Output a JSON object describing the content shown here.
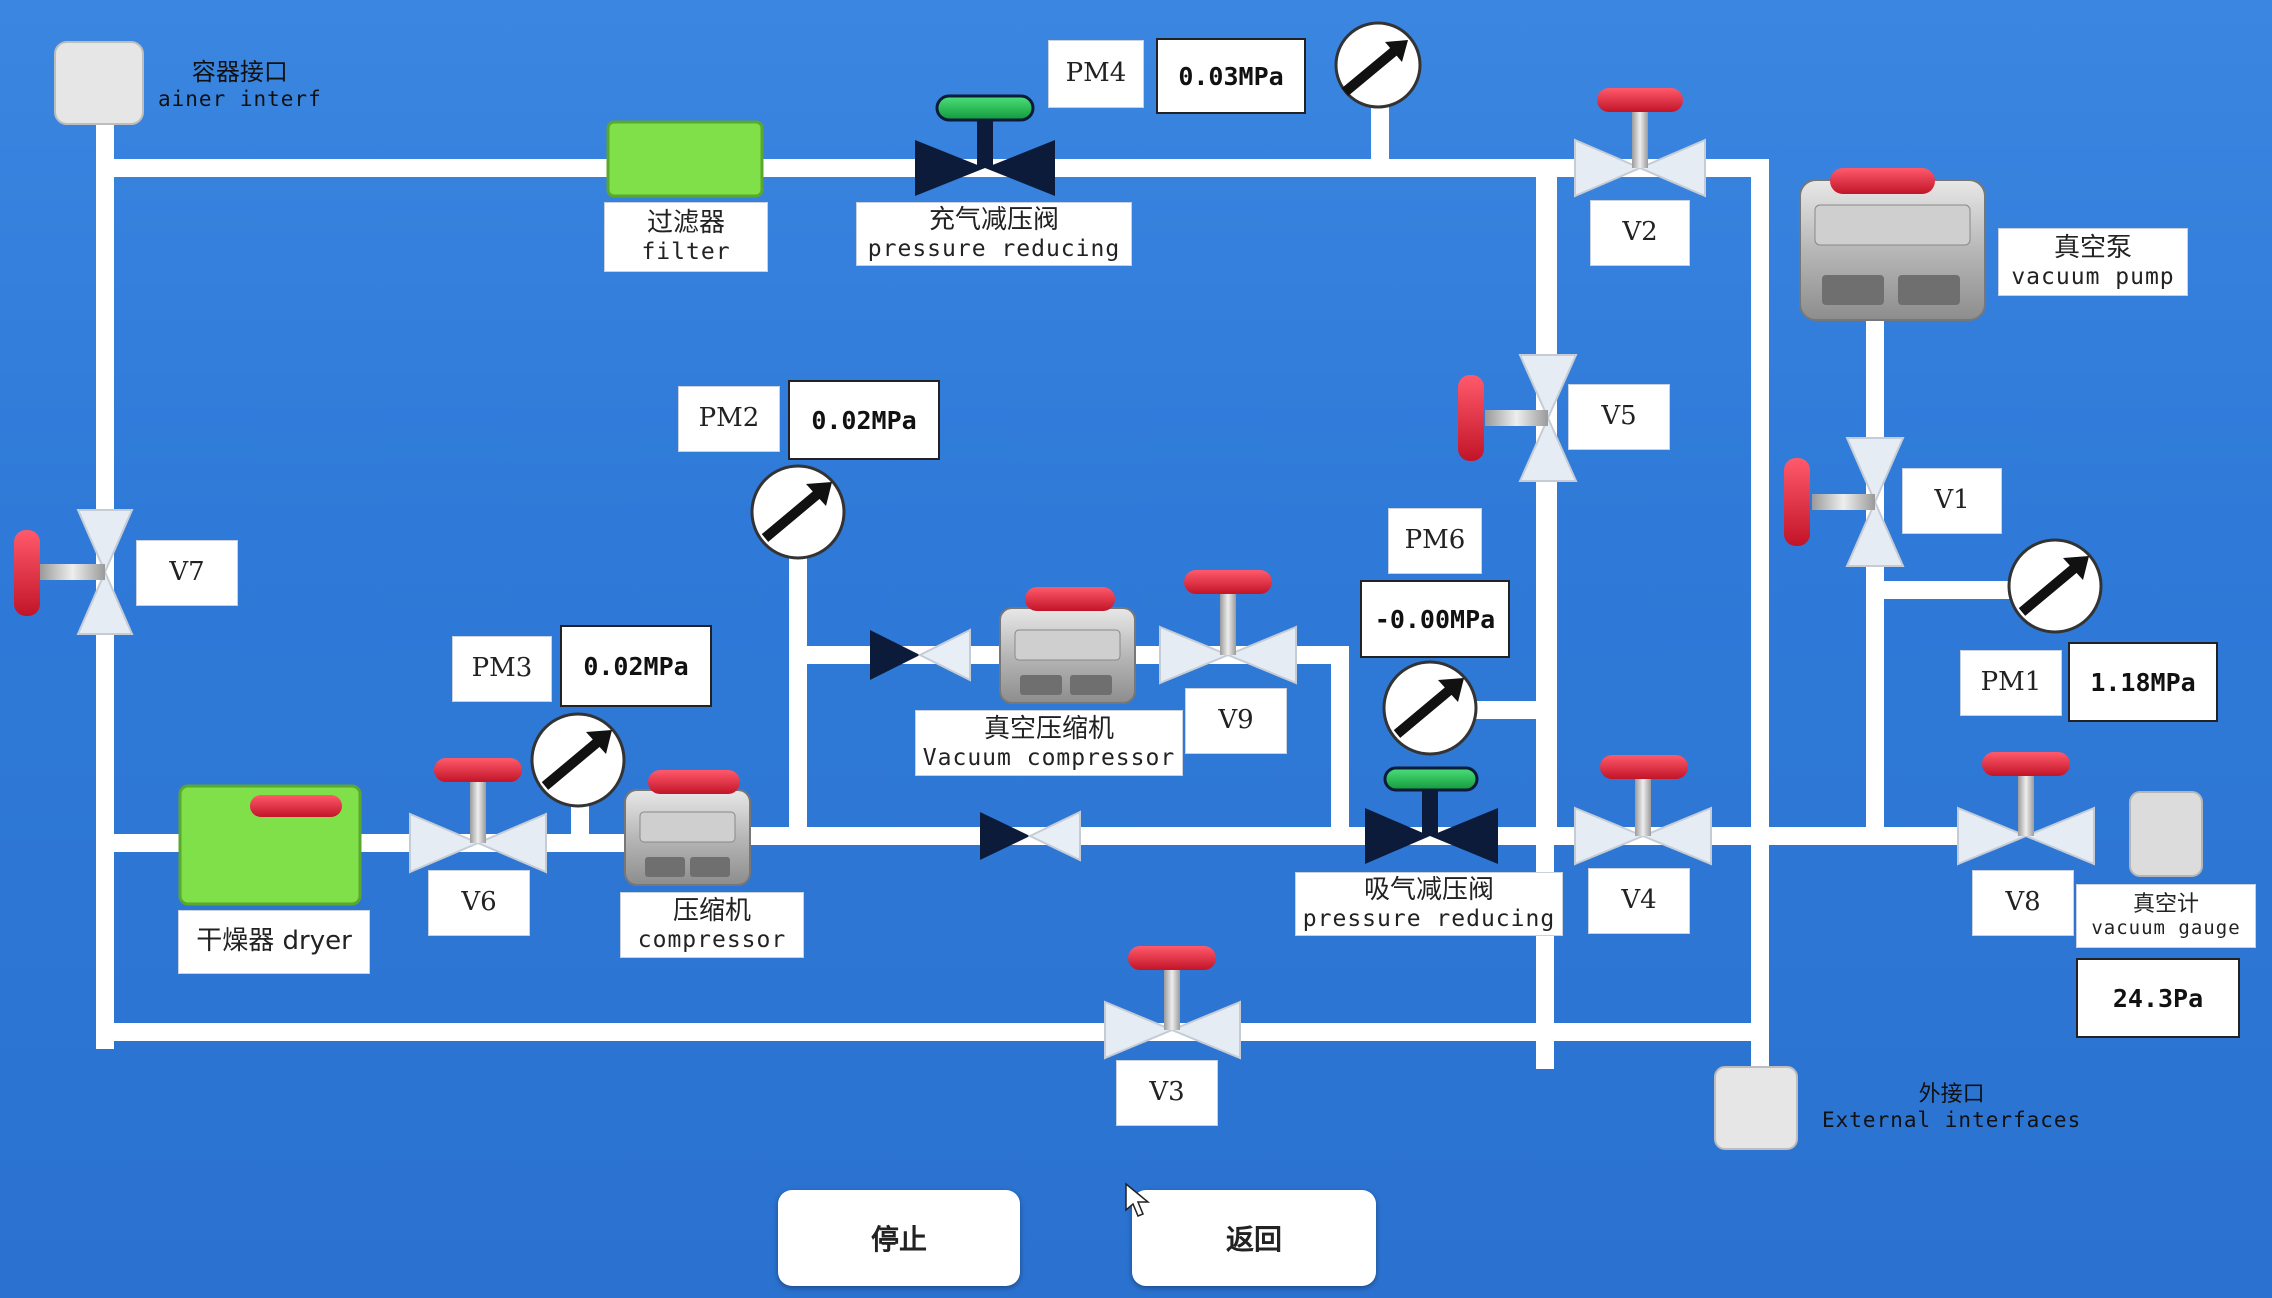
{
  "container_interface": {
    "cn": "容器接口",
    "en": "ainer interf"
  },
  "external_interface": {
    "cn": "外接口",
    "en": "External interfaces"
  },
  "filter": {
    "cn": "过滤器",
    "en": "filter"
  },
  "dryer": {
    "label": "干燥器 dryer"
  },
  "compressor": {
    "cn": "压缩机",
    "en": "compressor"
  },
  "vacuum_compressor": {
    "cn": "真空压缩机",
    "en": "Vacuum compressor"
  },
  "vacuum_pump": {
    "cn": "真空泵",
    "en": "vacuum pump"
  },
  "charge_reducing_valve": {
    "cn": "充气减压阀",
    "en": "pressure reducing"
  },
  "suction_reducing_valve": {
    "cn": "吸气减压阀",
    "en": "pressure reducing"
  },
  "vacuum_gauge": {
    "cn": "真空计",
    "en": "vacuum gauge",
    "value": "24.3Pa"
  },
  "valves": {
    "V1": "V1",
    "V2": "V2",
    "V3": "V3",
    "V4": "V4",
    "V5": "V5",
    "V6": "V6",
    "V7": "V7",
    "V8": "V8",
    "V9": "V9"
  },
  "gauges": {
    "PM1": {
      "label": "PM1",
      "value": "1.18MPa"
    },
    "PM2": {
      "label": "PM2",
      "value": "0.02MPa"
    },
    "PM3": {
      "label": "PM3",
      "value": "0.02MPa"
    },
    "PM4": {
      "label": "PM4",
      "value": "0.03MPa"
    },
    "PM6": {
      "label": "PM6",
      "value": "-0.00MPa"
    }
  },
  "buttons": {
    "stop": "停止",
    "back": "返回"
  },
  "colors": {
    "background": "#2f7ad8",
    "pipe": "#ffffff",
    "valve_handle_red": "#d9253a",
    "valve_handle_green": "#22b24c",
    "filter_green": "#7fe04a"
  }
}
